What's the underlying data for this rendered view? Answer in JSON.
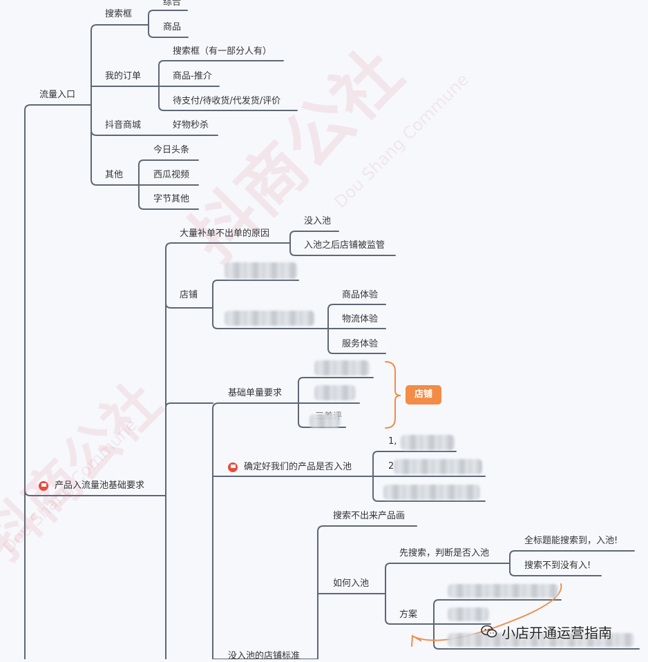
{
  "watermark": {
    "brand": "抖商公社",
    "sub": "Dou Shang Commune"
  },
  "nodes": {
    "root_traffic": "流量入口",
    "search_box": "搜索框",
    "comprehensive": "综合",
    "goods": "商品",
    "my_orders": "我的订单",
    "search_partial": "搜索框（有一部分人有）",
    "goods_promo": "商品-推介",
    "order_status": "待支付/待收货/代发货/评价",
    "douyin_mall": "抖音商城",
    "flash_sale": "好物秒杀",
    "others": "其他",
    "toutiao": "今日头条",
    "xigua": "西瓜视频",
    "bytedance_other": "字节其他",
    "pool_requirements": "产品入流量池基础要求",
    "reason_no_order": "大量补单不出单的原因",
    "not_in_pool": "没入池",
    "store_monitored": "入池之后店铺被监管",
    "store": "店铺",
    "goods_experience": "商品体验",
    "logistics_experience": "物流体验",
    "service_experience": "服务体验",
    "basic_order_req": "基础单量要求",
    "store_badge": "店铺",
    "partial_review": "三差评",
    "confirm_in_pool": "确定好我们的产品是否入池",
    "item_1_prefix": "1,",
    "item_2_prefix": "2",
    "search_no_image": "搜索不出来产品画",
    "how_to_pool": "如何入池",
    "search_first": "先搜索，判断是否入池",
    "full_title_found": "全标题能搜索到，入池!",
    "not_found": "搜索不到没有入!",
    "plan": "方案",
    "not_pool_standard": "没入池的店铺标准"
  },
  "footer": {
    "brand_text": "小店开通运营指南"
  },
  "colors": {
    "line": "#5d6675",
    "accent": "#f28c46",
    "flag": "#e74c3c",
    "background": "#f6f8fc"
  }
}
